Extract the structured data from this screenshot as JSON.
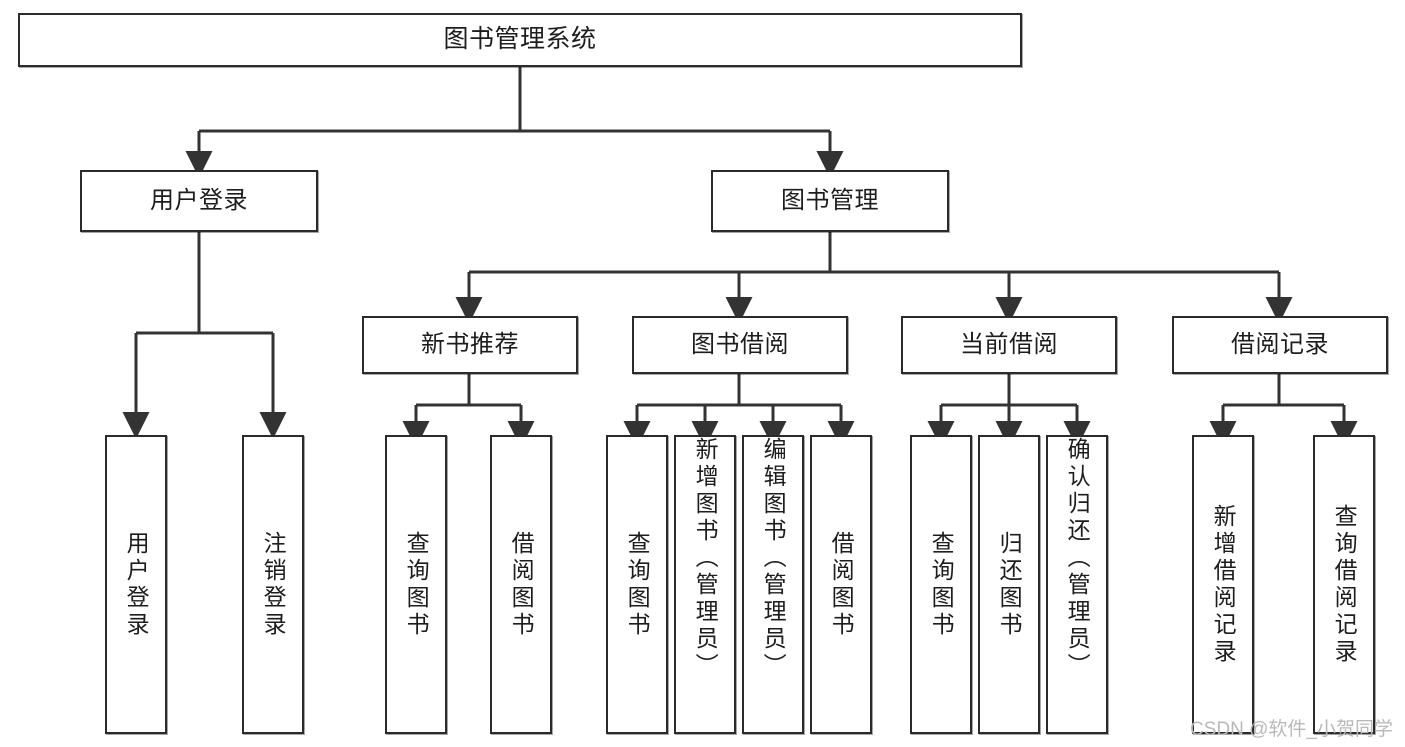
{
  "diagram": {
    "title": "图书管理系统",
    "type": "tree-hierarchy",
    "watermark": "CSDN @软件_小贺同学",
    "colors": {
      "box_border": "#2b2b2b",
      "box_fill": "#ffffff",
      "connector": "#333333",
      "text": "#1d1d1d",
      "watermark": "#b9b9b9",
      "background": "#ffffff"
    },
    "levels": {
      "level1": "root",
      "level2": "modules",
      "level3": "submodules",
      "level4": "operations"
    }
  },
  "nodes": {
    "root": {
      "label": "图书管理系统",
      "orientation": "horizontal"
    },
    "level2": [
      {
        "id": "user-login",
        "label": "用户登录",
        "orientation": "horizontal"
      },
      {
        "id": "book-management",
        "label": "图书管理",
        "orientation": "horizontal"
      }
    ],
    "level3": [
      {
        "id": "new-book-recommend",
        "label": "新书推荐",
        "orientation": "horizontal",
        "parent": "book-management"
      },
      {
        "id": "book-borrow",
        "label": "图书借阅",
        "orientation": "horizontal",
        "parent": "book-management"
      },
      {
        "id": "current-borrow",
        "label": "当前借阅",
        "orientation": "horizontal",
        "parent": "book-management"
      },
      {
        "id": "borrow-record",
        "label": "借阅记录",
        "orientation": "horizontal",
        "parent": "book-management"
      }
    ],
    "leaves": [
      {
        "id": "leaf-user-login",
        "label": "用户登录",
        "orientation": "vertical",
        "parent": "user-login"
      },
      {
        "id": "leaf-logout",
        "label": "注销登录",
        "orientation": "vertical",
        "parent": "user-login"
      },
      {
        "id": "leaf-query-book-1",
        "label": "查询图书",
        "orientation": "vertical",
        "parent": "new-book-recommend"
      },
      {
        "id": "leaf-borrow-book-1",
        "label": "借阅图书",
        "orientation": "vertical",
        "parent": "new-book-recommend"
      },
      {
        "id": "leaf-query-book-2",
        "label": "查询图书",
        "orientation": "vertical",
        "parent": "book-borrow"
      },
      {
        "id": "leaf-add-book",
        "label": "新增图书（管理员）",
        "orientation": "vertical",
        "parent": "book-borrow"
      },
      {
        "id": "leaf-edit-book",
        "label": "编辑图书（管理员）",
        "orientation": "vertical",
        "parent": "book-borrow"
      },
      {
        "id": "leaf-borrow-book-2",
        "label": "借阅图书",
        "orientation": "vertical",
        "parent": "book-borrow"
      },
      {
        "id": "leaf-query-book-3",
        "label": "查询图书",
        "orientation": "vertical",
        "parent": "current-borrow"
      },
      {
        "id": "leaf-return-book",
        "label": "归还图书",
        "orientation": "vertical",
        "parent": "current-borrow"
      },
      {
        "id": "leaf-confirm-return",
        "label": "确认归还（管理员）",
        "orientation": "vertical",
        "parent": "current-borrow"
      },
      {
        "id": "leaf-add-record",
        "label": "新增借阅记录",
        "orientation": "vertical",
        "parent": "borrow-record"
      },
      {
        "id": "leaf-query-record",
        "label": "查询借阅记录",
        "orientation": "vertical",
        "parent": "borrow-record"
      }
    ]
  }
}
